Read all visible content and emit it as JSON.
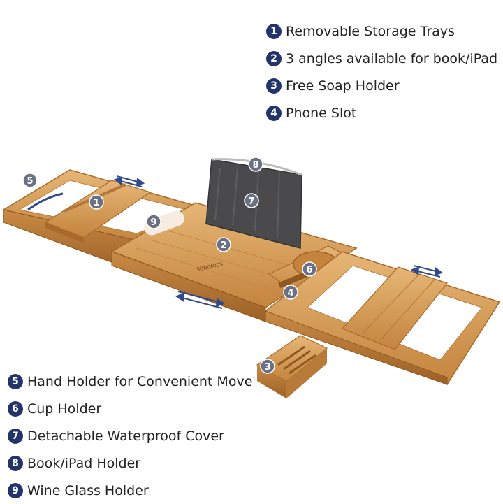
{
  "features_top": [
    {
      "num": "1",
      "label": "Removable Storage Trays"
    },
    {
      "num": "2",
      "label": "3 angles available for book/iPad"
    },
    {
      "num": "3",
      "label": "Free Soap Holder"
    },
    {
      "num": "4",
      "label": "Phone Slot"
    }
  ],
  "features_bottom": [
    {
      "num": "5",
      "label": "Hand Holder for Convenient Move"
    },
    {
      "num": "6",
      "label": "Cup Holder"
    },
    {
      "num": "7",
      "label": "Detachable Waterproof Cover"
    },
    {
      "num": "8",
      "label": "Book/iPad Holder"
    },
    {
      "num": "9",
      "label": "Wine Glass Holder"
    }
  ],
  "markers": [
    "1",
    "2",
    "3",
    "4",
    "5",
    "6",
    "7",
    "8",
    "9"
  ],
  "brand_mark": "SONGMICS",
  "colors": {
    "badge": "#23346b",
    "bamboo": "#d39a55",
    "bamboo_dark": "#a8692a",
    "cover": "#4a4a4d",
    "arrow": "#2f4a8c"
  }
}
